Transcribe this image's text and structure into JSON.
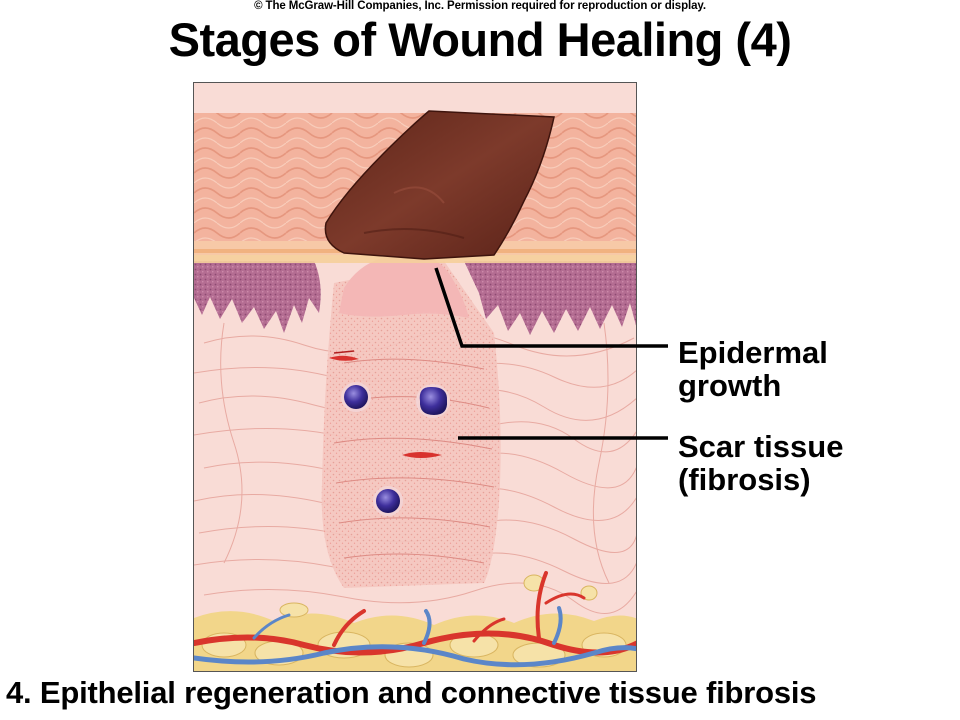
{
  "header": {
    "copyright": "© The McGraw-Hill Companies, Inc. Permission required for reproduction or display.",
    "title": "Stages of Wound Healing (4)"
  },
  "labels": {
    "epidermal_line1": "Epidermal",
    "epidermal_line2": "growth",
    "scar_line1": "Scar tissue",
    "scar_line2": "(fibrosis)"
  },
  "caption": "4. Epithelial regeneration and connective tissue fibrosis",
  "colors": {
    "epidermis": "#f3b09a",
    "scab": "#6e2f22",
    "dermal_purple": "#b06a8e",
    "scar_tissue": "#f6cdc8",
    "fat": "#f2d68a",
    "artery": "#d9352c",
    "vein": "#5b86c8",
    "nucleus": "#3b2b8c"
  }
}
